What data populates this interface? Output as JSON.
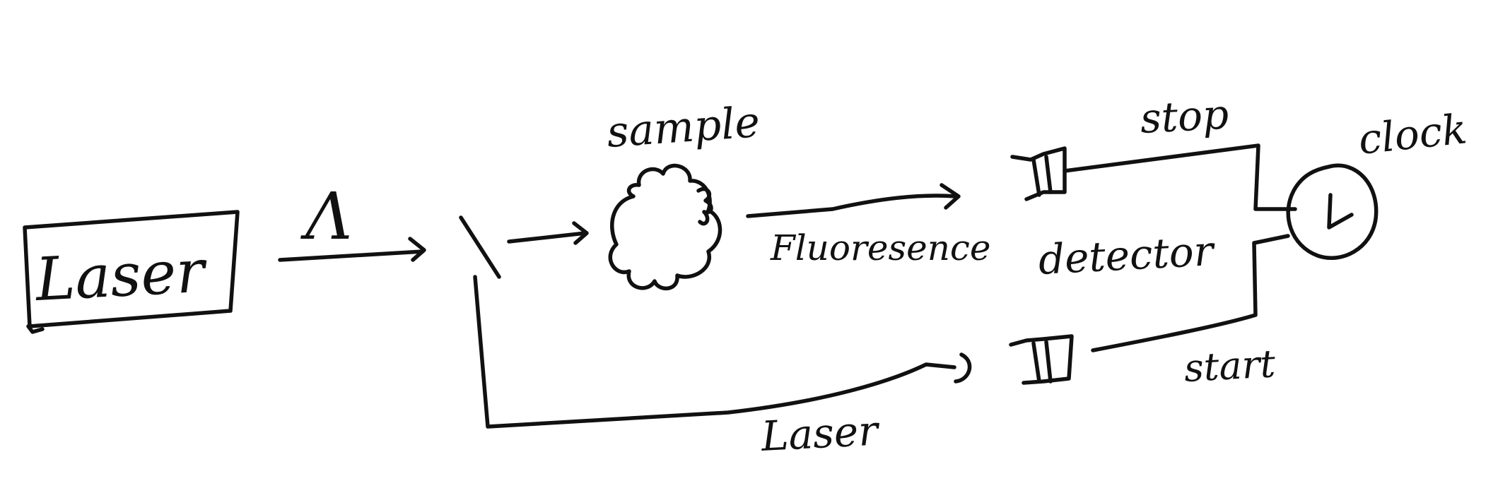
{
  "diagram": {
    "laser_box": {
      "label": "Laser"
    },
    "pulse_symbol": {
      "label": "Λ"
    },
    "sample": {
      "label": "sample"
    },
    "fluorescence_path": {
      "label": "Fluoresence"
    },
    "detector": {
      "label": "detector"
    },
    "stop_signal": {
      "label": "stop"
    },
    "start_signal": {
      "label": "start"
    },
    "clock": {
      "label": "clock"
    },
    "laser_reference_path": {
      "label": "Laser"
    }
  }
}
